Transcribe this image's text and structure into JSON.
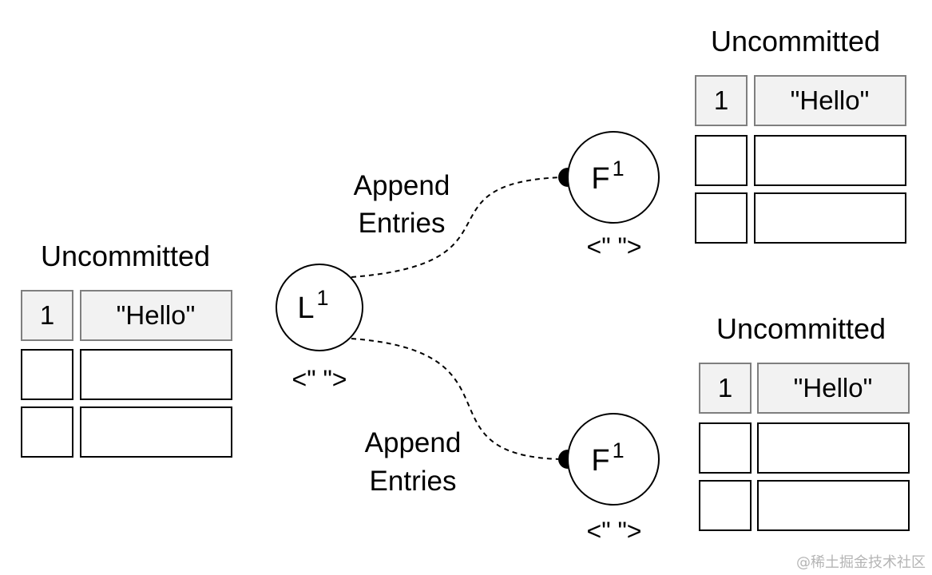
{
  "nodes": {
    "leader": {
      "letter": "L",
      "term": "1",
      "state": "<\" \">"
    },
    "follower_top": {
      "letter": "F",
      "term": "1",
      "state": "<\" \">"
    },
    "follower_bottom": {
      "letter": "F",
      "term": "1",
      "state": "<\" \">"
    }
  },
  "edges": {
    "top": {
      "line1": "Append",
      "line2": "Entries"
    },
    "bottom": {
      "line1": "Append",
      "line2": "Entries"
    }
  },
  "logs": {
    "leader": {
      "title": "Uncommitted",
      "entries": [
        {
          "term": "1",
          "value": "\"Hello\""
        }
      ]
    },
    "follower_top": {
      "title": "Uncommitted",
      "entries": [
        {
          "term": "1",
          "value": "\"Hello\""
        }
      ]
    },
    "follower_bottom": {
      "title": "Uncommitted",
      "entries": [
        {
          "term": "1",
          "value": "\"Hello\""
        }
      ]
    }
  },
  "watermark": "@稀土掘金技术社区"
}
